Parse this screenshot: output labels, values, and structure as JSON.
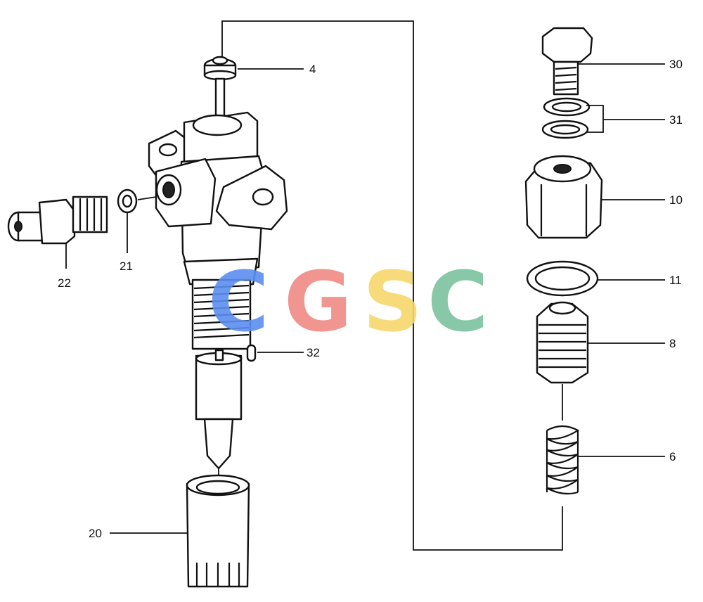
{
  "labels": {
    "p4": "4",
    "p30": "30",
    "p31": "31",
    "p10": "10",
    "p11": "11",
    "p8": "8",
    "p6": "6",
    "p22": "22",
    "p21": "21",
    "p32": "32",
    "p20": "20"
  },
  "watermark": {
    "c1": "C",
    "g": "G",
    "s": "S",
    "c2": "C",
    "colors": [
      "#5b8ff0",
      "#f08a84",
      "#f7d66b",
      "#7cc3a0"
    ]
  }
}
